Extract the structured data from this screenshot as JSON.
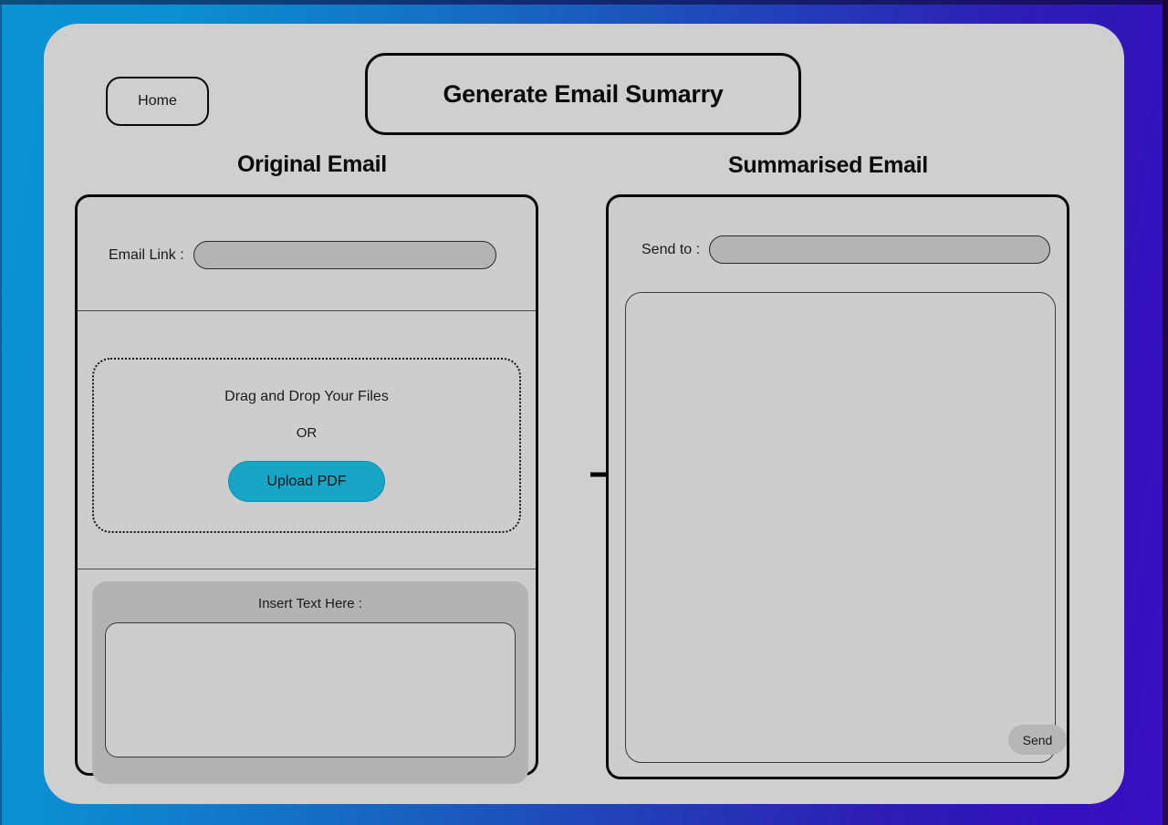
{
  "background": {
    "gradient_from": "#0a93d4",
    "gradient_to": "#3a10c4"
  },
  "header": {
    "home_label": "Home",
    "title": "Generate Email Sumarry"
  },
  "sections": {
    "left_heading": "Original Email",
    "right_heading": "Summarised Email"
  },
  "original_email": {
    "email_link_label": "Email Link :",
    "email_link_value": "",
    "email_link_placeholder": "",
    "dropzone": {
      "instruction": "Drag and Drop Your Files",
      "separator": "OR",
      "upload_label": "Upload PDF",
      "upload_color": "#18a6c8"
    },
    "insert_text": {
      "label": "Insert Text Here :",
      "value": "",
      "placeholder": ""
    }
  },
  "summarised_email": {
    "send_to_label": "Send to :",
    "send_to_value": "",
    "send_to_placeholder": "",
    "output_value": "",
    "output_placeholder": "",
    "send_label": "Send"
  },
  "flow": {
    "arrow_icon": "arrow-right-icon"
  }
}
